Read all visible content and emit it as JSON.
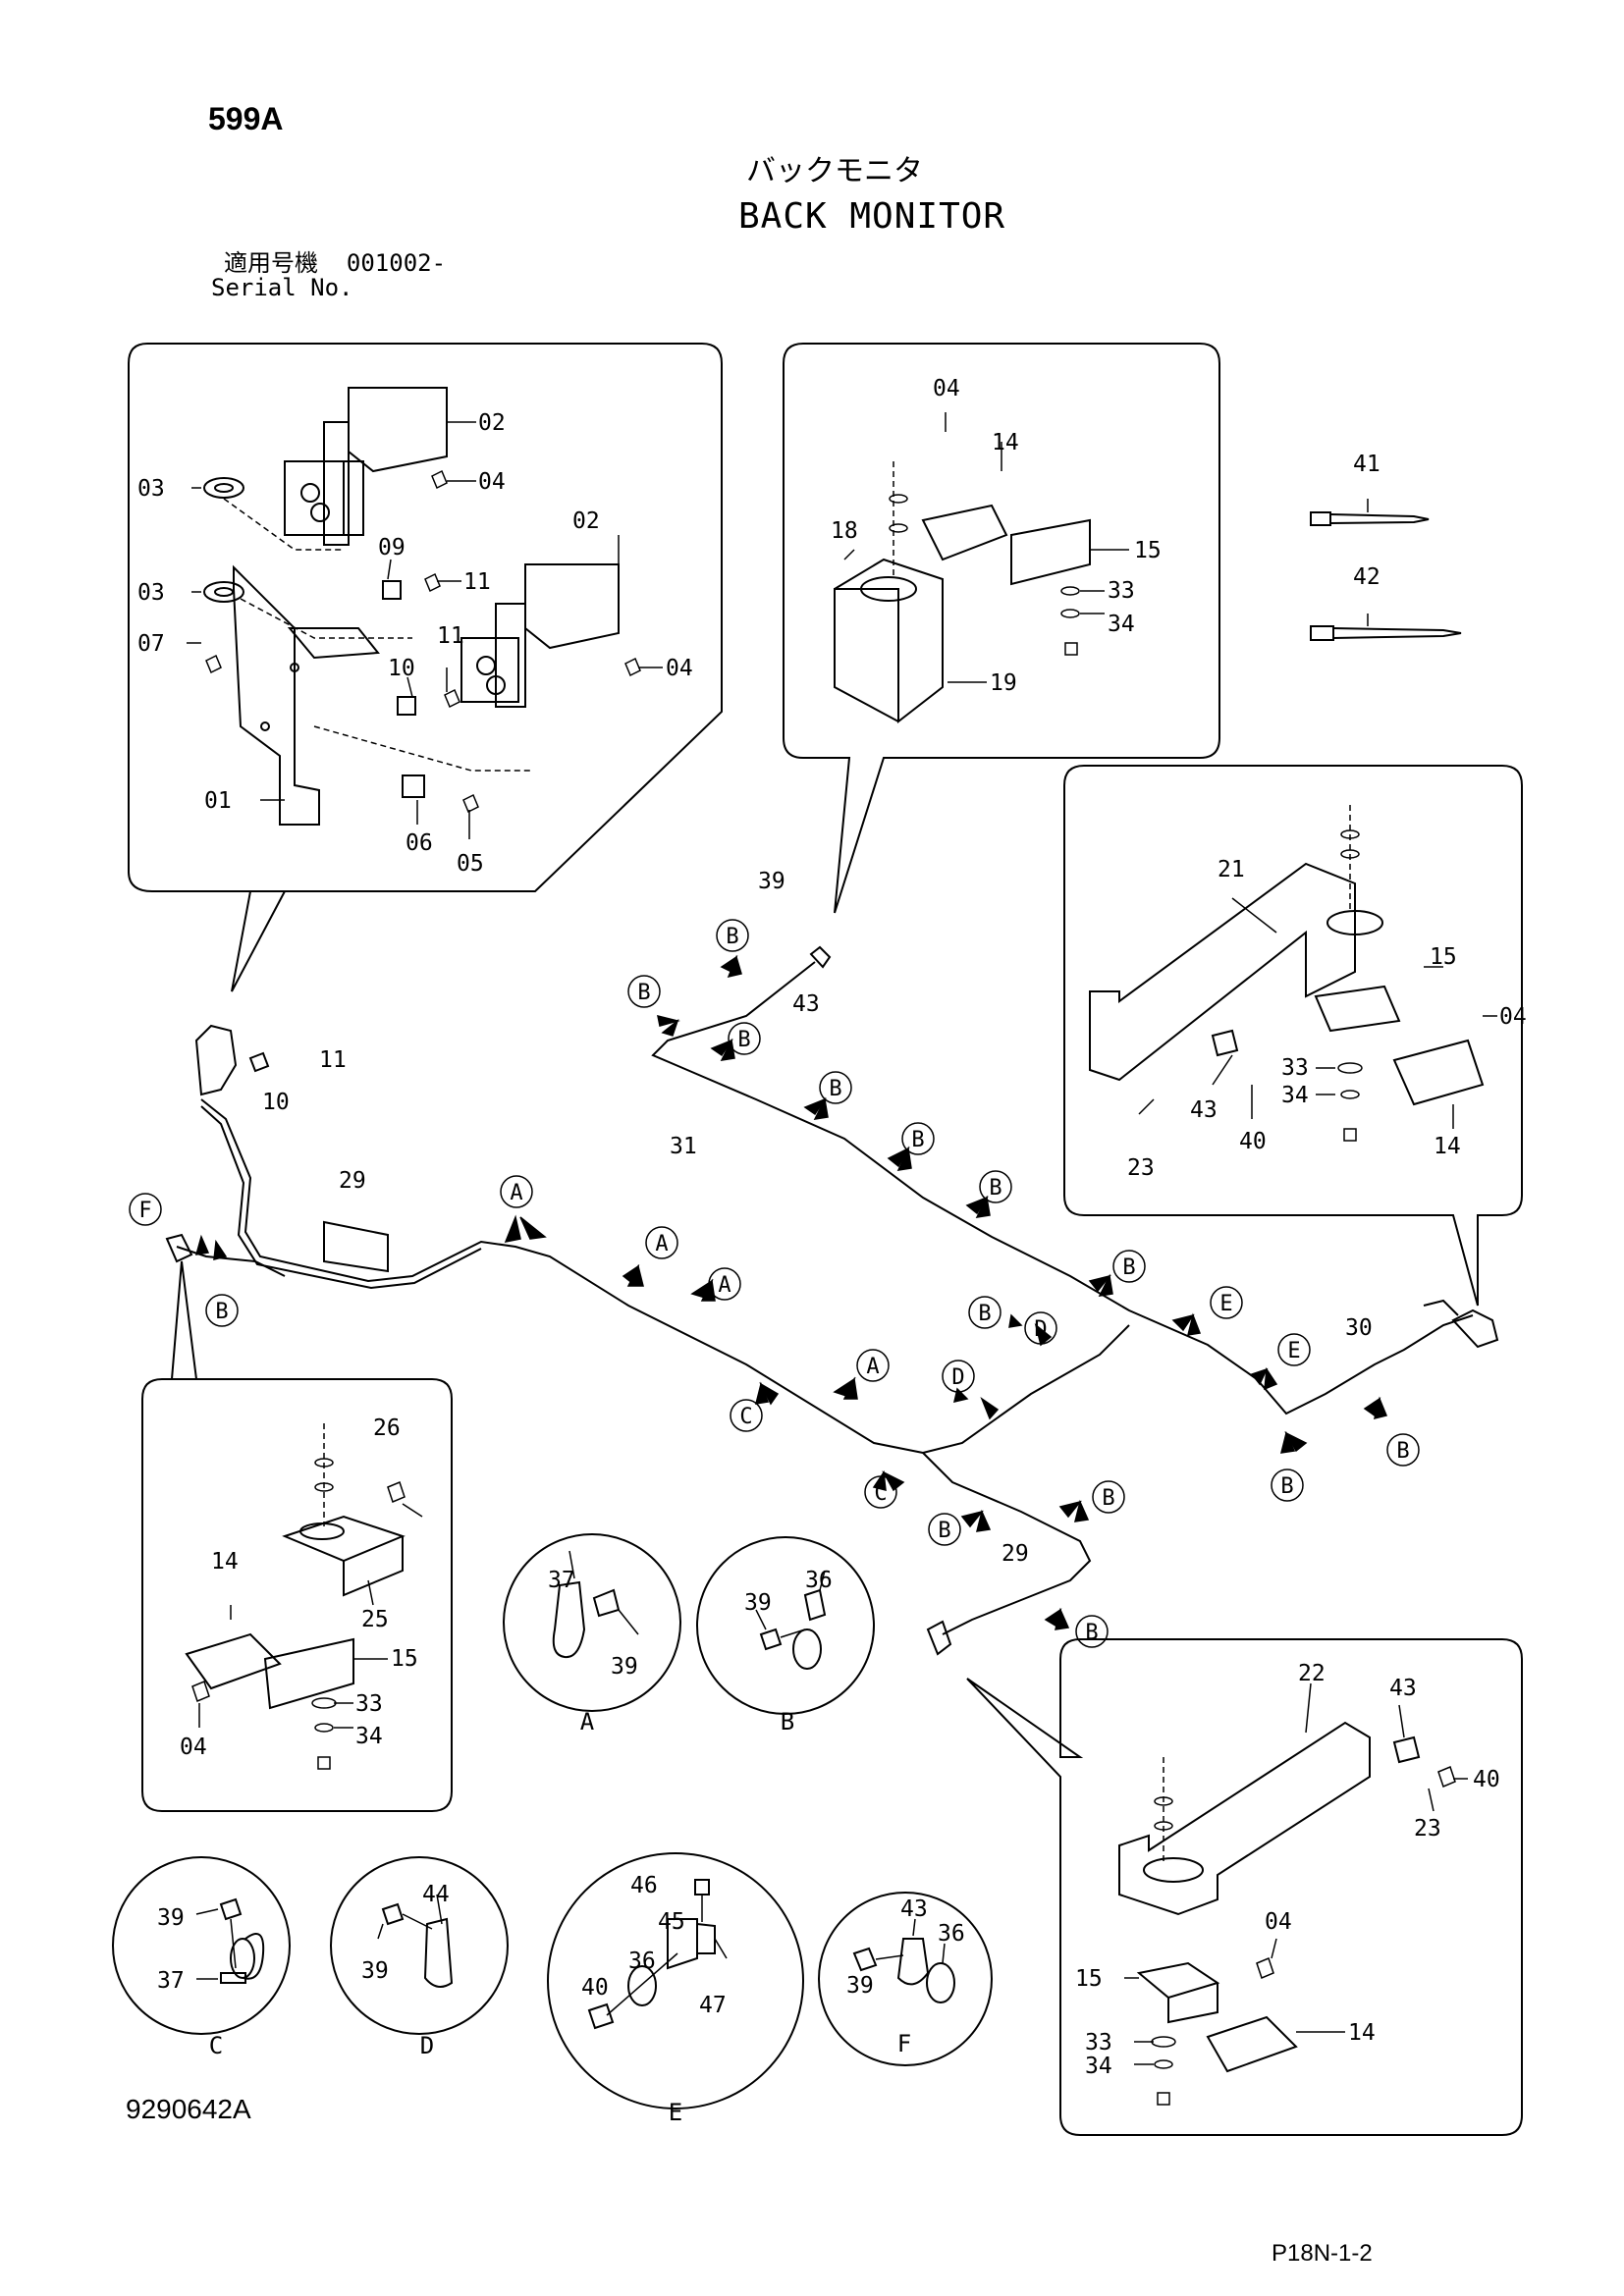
{
  "header": {
    "page_id": "599A",
    "title_jp": "バックモニタ",
    "title_en": "BACK MONITOR",
    "serial_label_jp": "適用号機",
    "serial_value": "001002-",
    "serial_label_en": "Serial No."
  },
  "footer": {
    "doc_number": "9290642A",
    "page_ref": "P18N-1-2"
  },
  "detail_views": [
    "A",
    "B",
    "C",
    "D",
    "E",
    "F"
  ],
  "parts": {
    "01": "01",
    "02": "02",
    "03": "03",
    "04": "04",
    "05": "05",
    "06": "06",
    "07": "07",
    "09": "09",
    "10": "10",
    "11": "11",
    "14": "14",
    "15": "15",
    "18": "18",
    "19": "19",
    "21": "21",
    "22": "22",
    "23": "23",
    "25": "25",
    "26": "26",
    "29": "29",
    "30": "30",
    "31": "31",
    "33": "33",
    "34": "34",
    "36": "36",
    "37": "37",
    "39": "39",
    "40": "40",
    "41": "41",
    "42": "42",
    "43": "43",
    "44": "44",
    "45": "45",
    "46": "46",
    "47": "47"
  },
  "colors": {
    "line": "#000000",
    "background": "#ffffff"
  }
}
